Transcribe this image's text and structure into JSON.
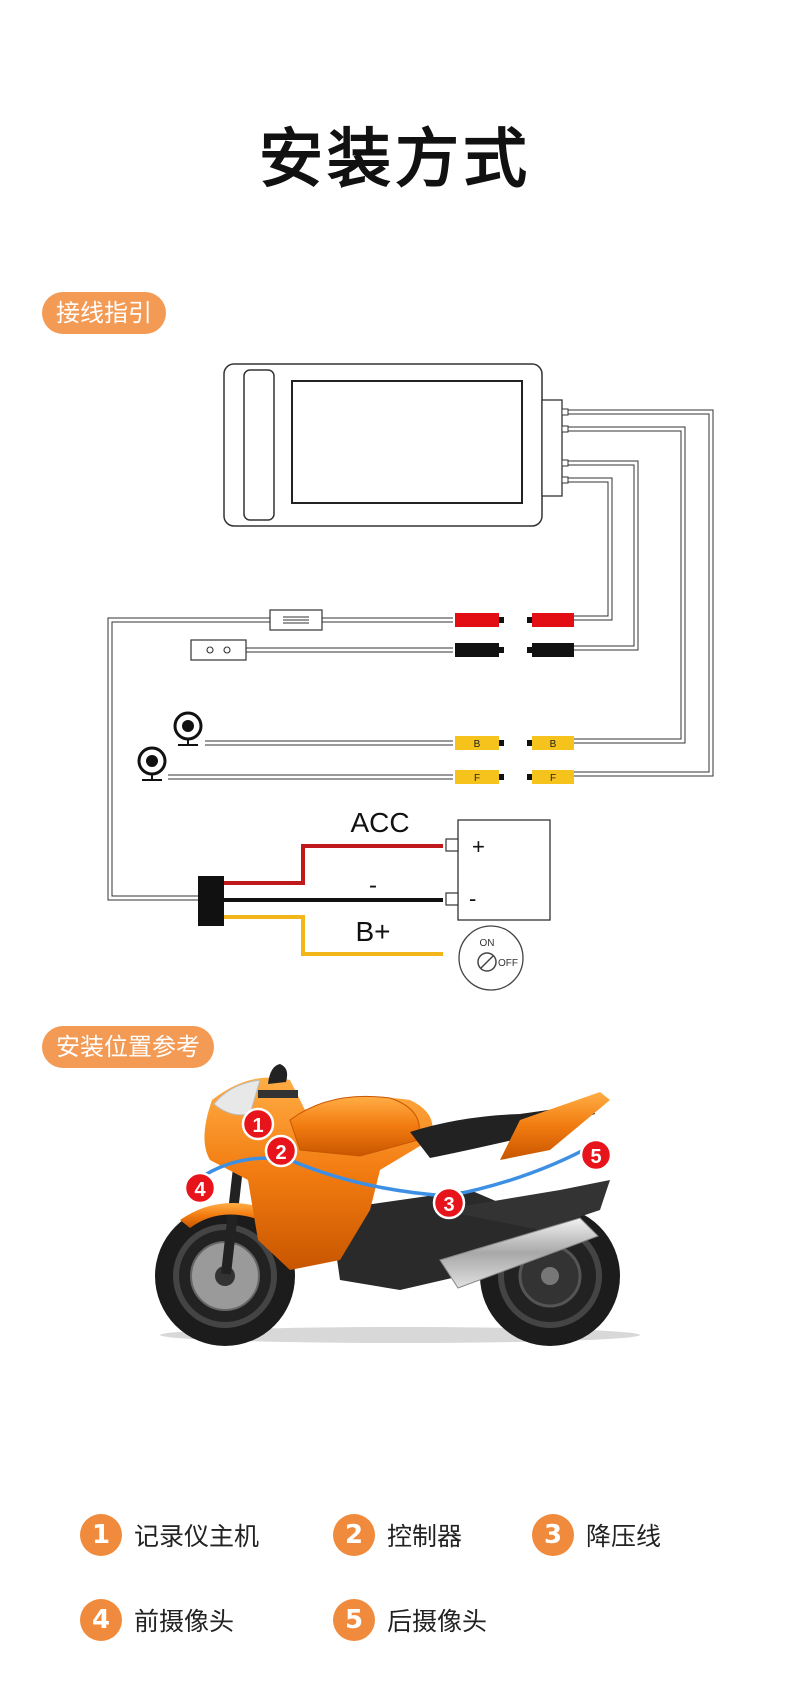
{
  "title": "安装方式",
  "sections": {
    "wiring": "接线指引",
    "position": "安装位置参考"
  },
  "diagram": {
    "acc": "ACC",
    "minus_wire": "-",
    "bplus": "B+",
    "terminal_plus": "+",
    "terminal_minus": "-",
    "plug_b": "B",
    "plug_f": "F",
    "switch_on": "ON",
    "switch_off": "OFF"
  },
  "markers": [
    "1",
    "2",
    "3",
    "4",
    "5"
  ],
  "legend": [
    {
      "num": "1",
      "label": "记录仪主机"
    },
    {
      "num": "2",
      "label": "控制器"
    },
    {
      "num": "3",
      "label": "降压线"
    },
    {
      "num": "4",
      "label": "前摄像头"
    },
    {
      "num": "5",
      "label": "后摄像头"
    }
  ],
  "colors": {
    "accent": "#f39a55",
    "marker": "#e8141b",
    "acc_wire": "#c0191c",
    "bplus_wire": "#f2b51a",
    "cable": "#3d8fe3",
    "body_orange": "#f27b10"
  }
}
